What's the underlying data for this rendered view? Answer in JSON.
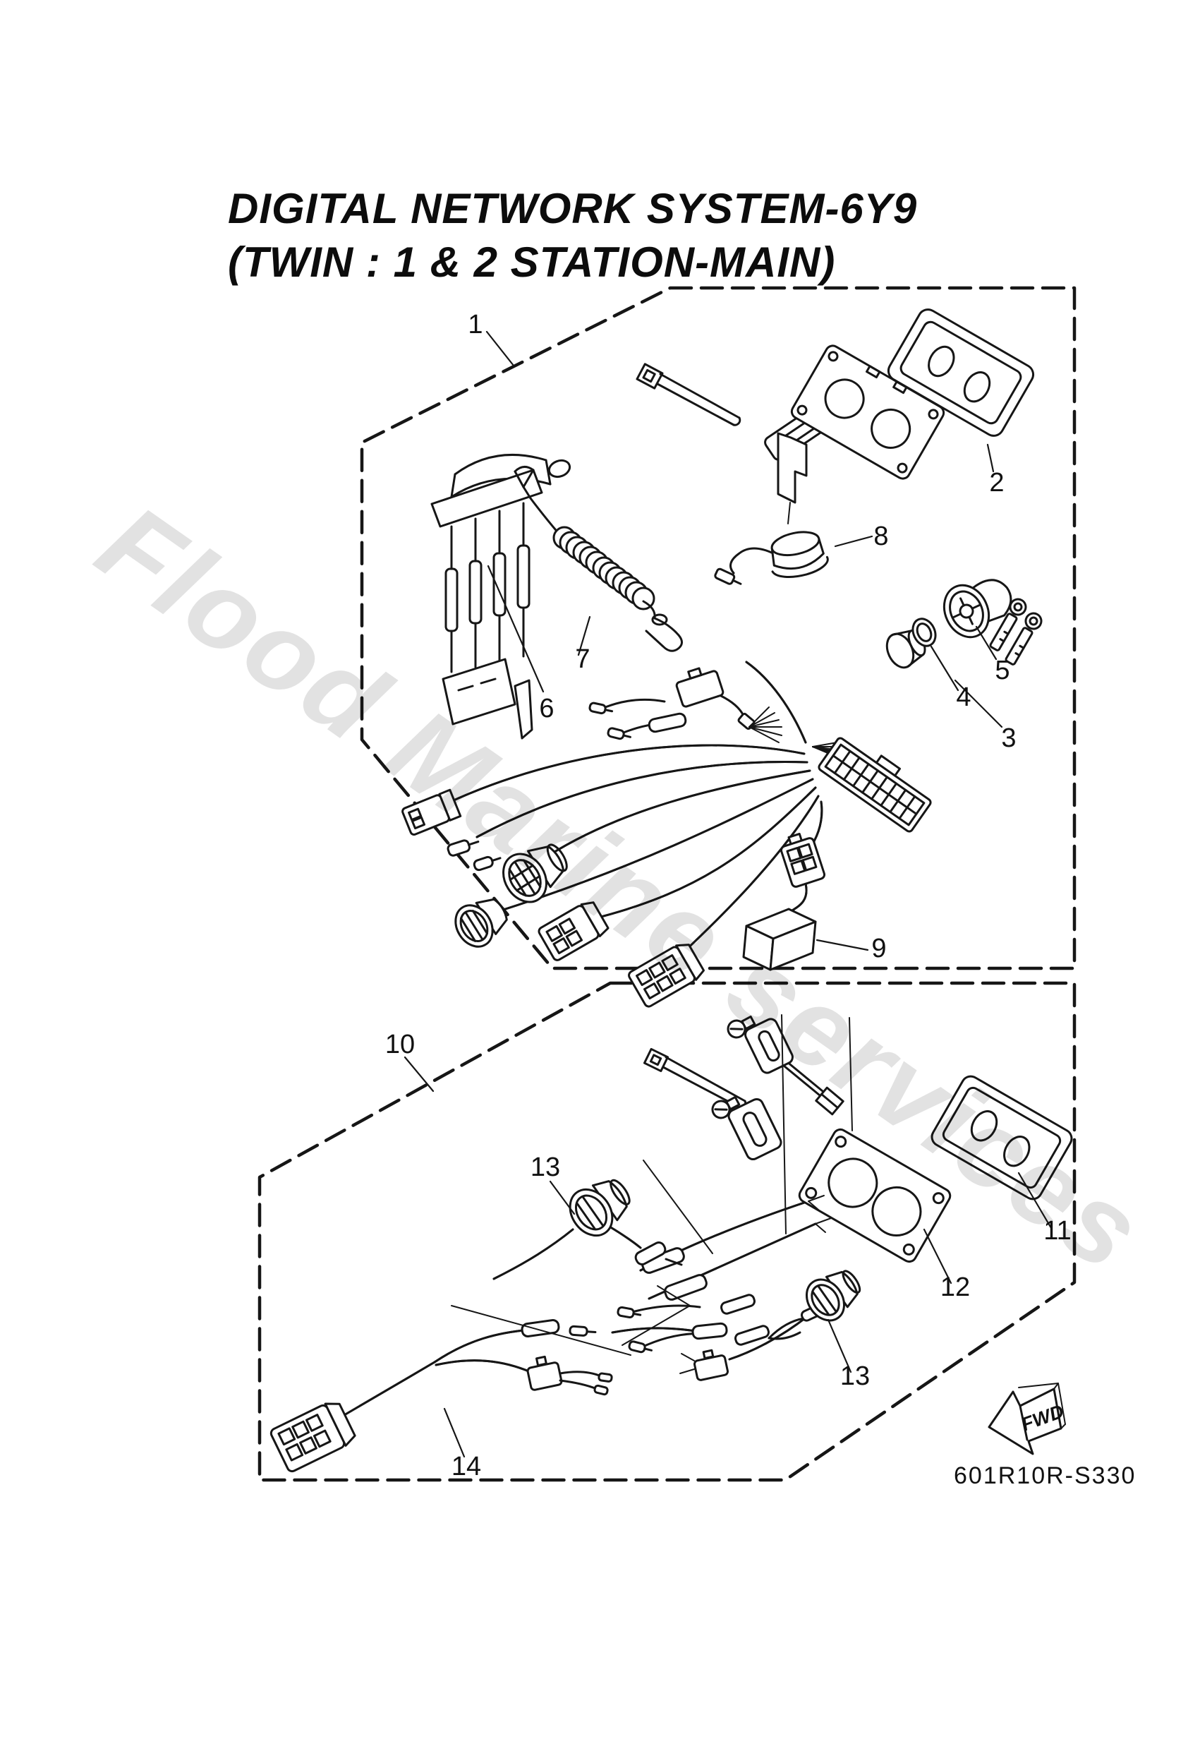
{
  "page": {
    "background": "#ffffff",
    "line_color": "#161616"
  },
  "title": {
    "line1": "DIGITAL NETWORK SYSTEM-6Y9",
    "line2": "(TWIN : 1 & 2 STATION-MAIN)"
  },
  "watermark": {
    "text": "Flood Marine services",
    "color": "#e2e2e2"
  },
  "footer": {
    "diagram_code": "601R10R-S330"
  },
  "fwd_flag": {
    "label": "FWD"
  },
  "callouts": [
    {
      "id": "1",
      "label": "1"
    },
    {
      "id": "2",
      "label": "2"
    },
    {
      "id": "3",
      "label": "3"
    },
    {
      "id": "4",
      "label": "4"
    },
    {
      "id": "5",
      "label": "5"
    },
    {
      "id": "6",
      "label": "6"
    },
    {
      "id": "7",
      "label": "7"
    },
    {
      "id": "8",
      "label": "8"
    },
    {
      "id": "9",
      "label": "9"
    },
    {
      "id": "10",
      "label": "10"
    },
    {
      "id": "11",
      "label": "11"
    },
    {
      "id": "12",
      "label": "12"
    },
    {
      "id": "13a",
      "label": "13"
    },
    {
      "id": "13b",
      "label": "13"
    },
    {
      "id": "14",
      "label": "14"
    }
  ]
}
